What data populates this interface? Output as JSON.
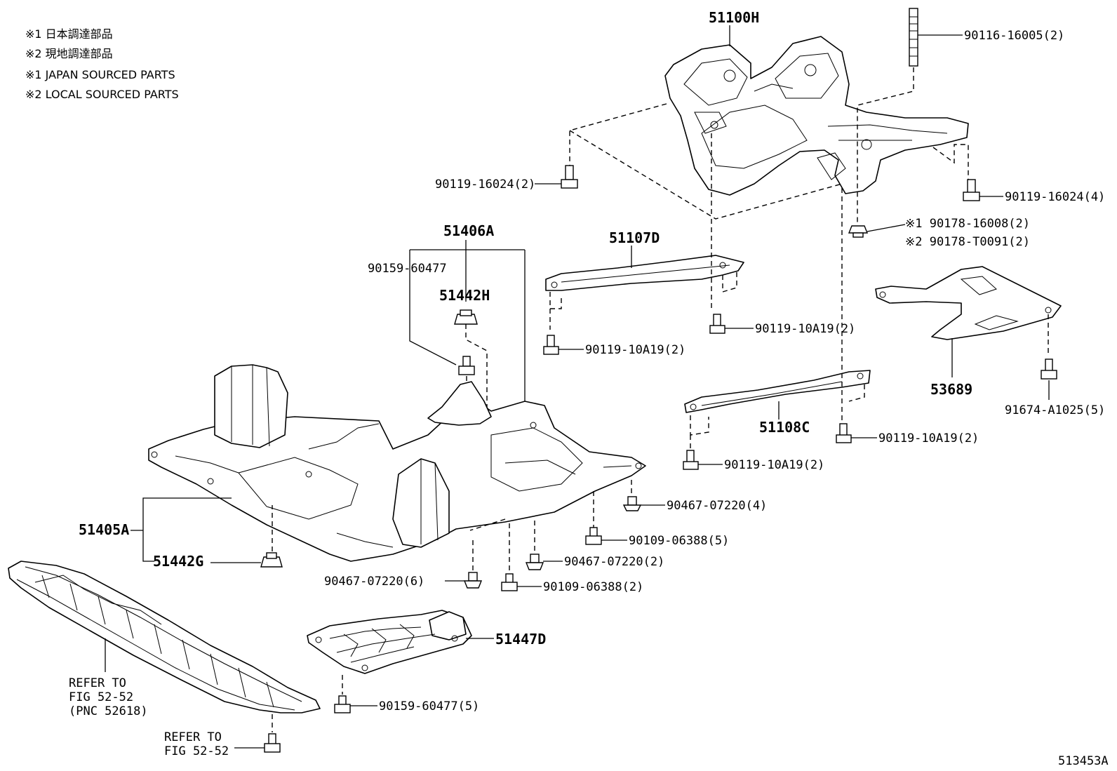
{
  "notes": {
    "line1": "※1  日本調達部品",
    "line2": "※2  現地調達部品",
    "line3": "※1  JAPAN SOURCED PARTS",
    "line4": "※2  LOCAL SOURCED PARTS"
  },
  "parts": {
    "crossmember": "51100H",
    "stud_bolt": "90116-16005(2)",
    "bolt_left": "90119-16024(2)",
    "bolt_right": "90119-16024(4)",
    "nut_jp": "※1 90178-16008(2)",
    "nut_local": "※2 90178-T0091(2)",
    "brace_front": "51107D",
    "bolt_brace_front_right": "90119-10A19(2)",
    "bolt_brace_front_left": "90119-10A19(2)",
    "cover_assy": "51406A",
    "screw_top": "90159-60477",
    "nut_top": "51442H",
    "bracket": "53689",
    "bolt_bracket": "91674-A1025(5)",
    "brace_rear": "51108C",
    "bolt_brace_rear_right": "90119-10A19(2)",
    "bolt_brace_rear_left": "90119-10A19(2)",
    "clip_a": "90467-07220(4)",
    "bolt_a": "90109-06388(5)",
    "clip_b": "90467-07220(2)",
    "bolt_b": "90109-06388(2)",
    "clip_c": "90467-07220(6)",
    "engine_cover": "51405A",
    "nut_bottom": "51442G",
    "rear_cover": "51447D",
    "screw_rear_cover": "90159-60477(5)"
  },
  "references": {
    "ref1_line1": "REFER TO",
    "ref1_line2": "FIG 52-52",
    "ref1_line3": "(PNC 52618)",
    "ref2_line1": "REFER TO",
    "ref2_line2": "FIG 52-52"
  },
  "figure_id": "513453A"
}
